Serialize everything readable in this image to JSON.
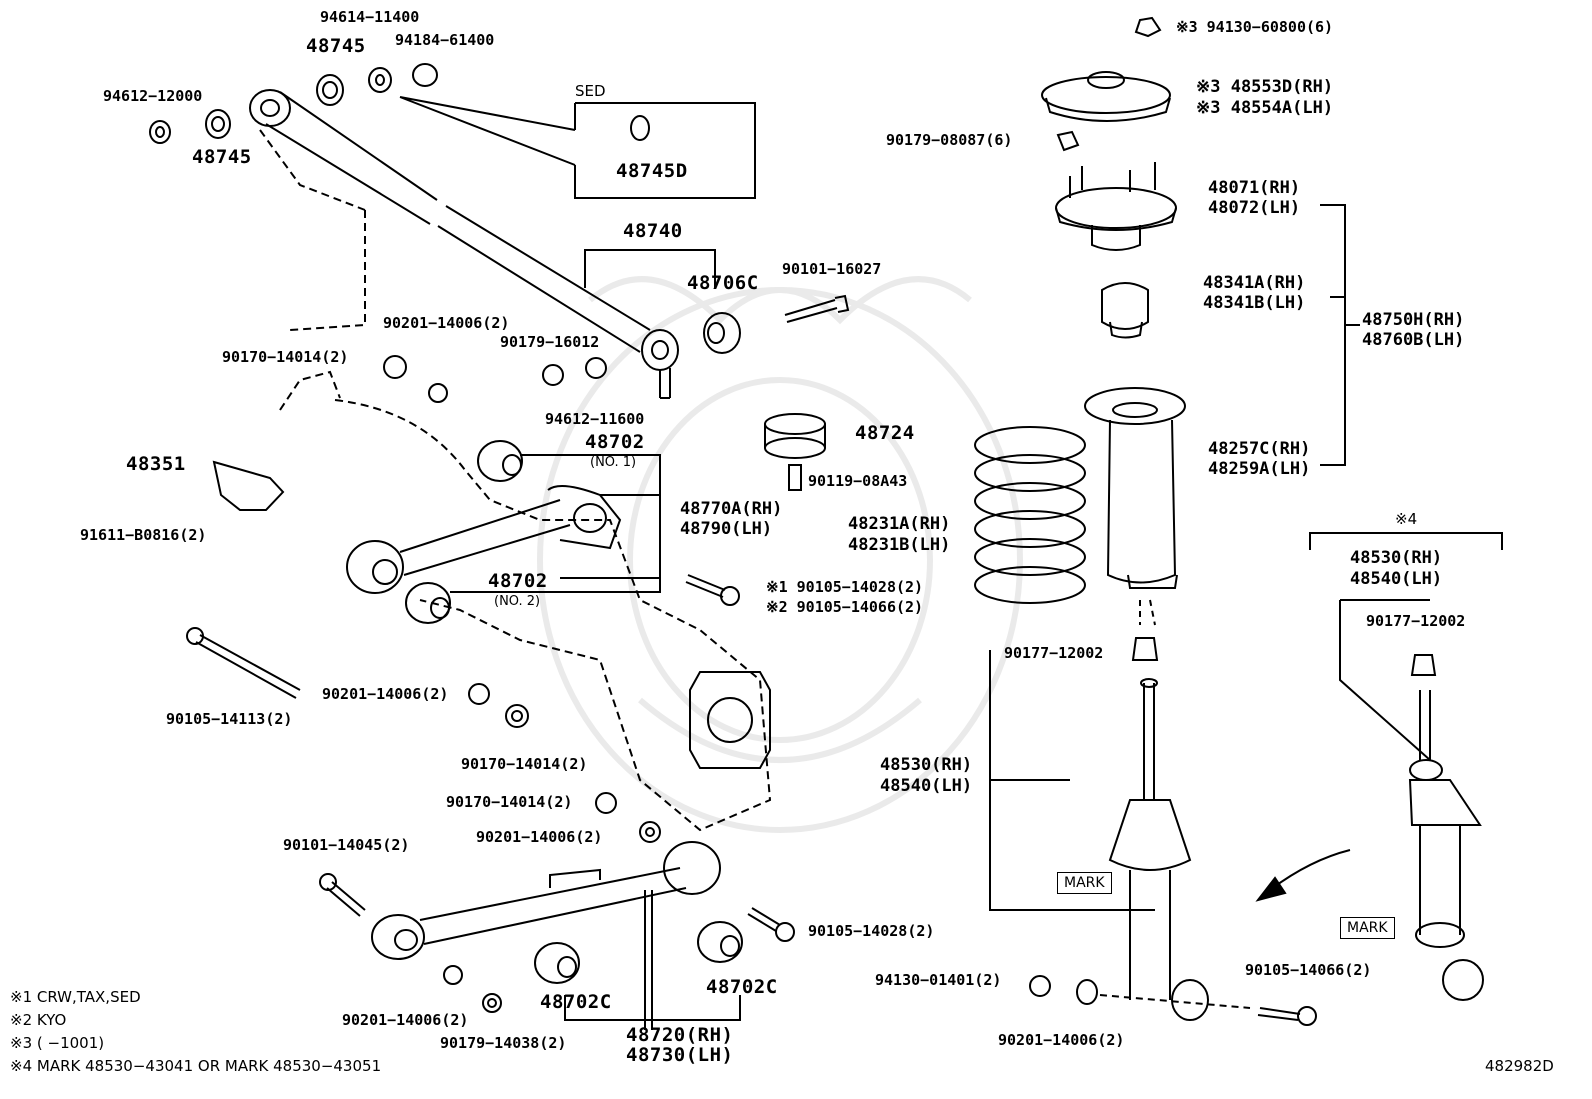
{
  "labels": {
    "p94614_11400": "94614−11400",
    "p48745_top": "48745",
    "p94184_61400": "94184−61400",
    "p94612_12000": "94612−12000",
    "p48745_left": "48745",
    "sed": "SED",
    "p48745D": "48745D",
    "p48740": "48740",
    "p48706C": "48706C",
    "p90101_16027": "90101−16027",
    "p90201_14006_a": "90201−14006(2)",
    "p90170_14014_a": "90170−14014(2)",
    "p90179_16012": "90179−16012",
    "p94612_11600": "94612−11600",
    "p48724": "48724",
    "p48702_a": "48702",
    "no1": "(NO. 1)",
    "p48351": "48351",
    "p90119_08A43": "90119−08A43",
    "p48770A": "48770A(RH)",
    "p48790": "48790(LH)",
    "p91611_B0816": "91611−B0816(2)",
    "p48702_b": "48702",
    "no2": "(NO. 2)",
    "p90105_14028_a": "※1 90105−14028(2)",
    "p90105_14066_a": "※2 90105−14066(2)",
    "p90201_14006_b": "90201−14006(2)",
    "p90105_14113": "90105−14113(2)",
    "p90170_14014_b": "90170−14014(2)",
    "p90170_14014_c": "90170−14014(2)",
    "p90201_14006_c": "90201−14006(2)",
    "p90101_14045": "90101−14045(2)",
    "p90105_14028_b": "90105−14028(2)",
    "p48702C_a": "48702C",
    "p48702C_b": "48702C",
    "p90201_14006_d": "90201−14006(2)",
    "p90179_14038": "90179−14038(2)",
    "p48720": "48720(RH)",
    "p48730": "48730(LH)",
    "p94130_60800": "※3 94130−60800(6)",
    "p48553D": "※3 48553D(RH)",
    "p48554A": "※3 48554A(LH)",
    "p90179_08087": "90179−08087(6)",
    "p48071": "48071(RH)",
    "p48072": "48072(LH)",
    "p48341A": "48341A(RH)",
    "p48341B": "48341B(LH)",
    "p48750H": "48750H(RH)",
    "p48760B": "48760B(LH)",
    "p48257C": "48257C(RH)",
    "p48259A": "48259A(LH)",
    "p48231A": "48231A(RH)",
    "p48231B": "48231B(LH)",
    "note4_mark": "※4",
    "p48530_r": "48530(RH)",
    "p48540_r": "48540(LH)",
    "p90177_12002_r": "90177−12002",
    "p90177_12002_l": "90177−12002",
    "p48530_l": "48530(RH)",
    "p48540_l": "48540(LH)",
    "mark_a": "MARK",
    "mark_b": "MARK",
    "p94130_01401": "94130−01401(2)",
    "p90105_14066_b": "90105−14066(2)",
    "p90201_14006_e": "90201−14006(2)",
    "diagram_id": "482982D"
  },
  "notes": {
    "n1": "※1 CRW,TAX,SED",
    "n2": "※2 KYO",
    "n3": "※3 (      −1001)",
    "n4": "※4 MARK 48530−43041 OR MARK 48530−43051"
  }
}
